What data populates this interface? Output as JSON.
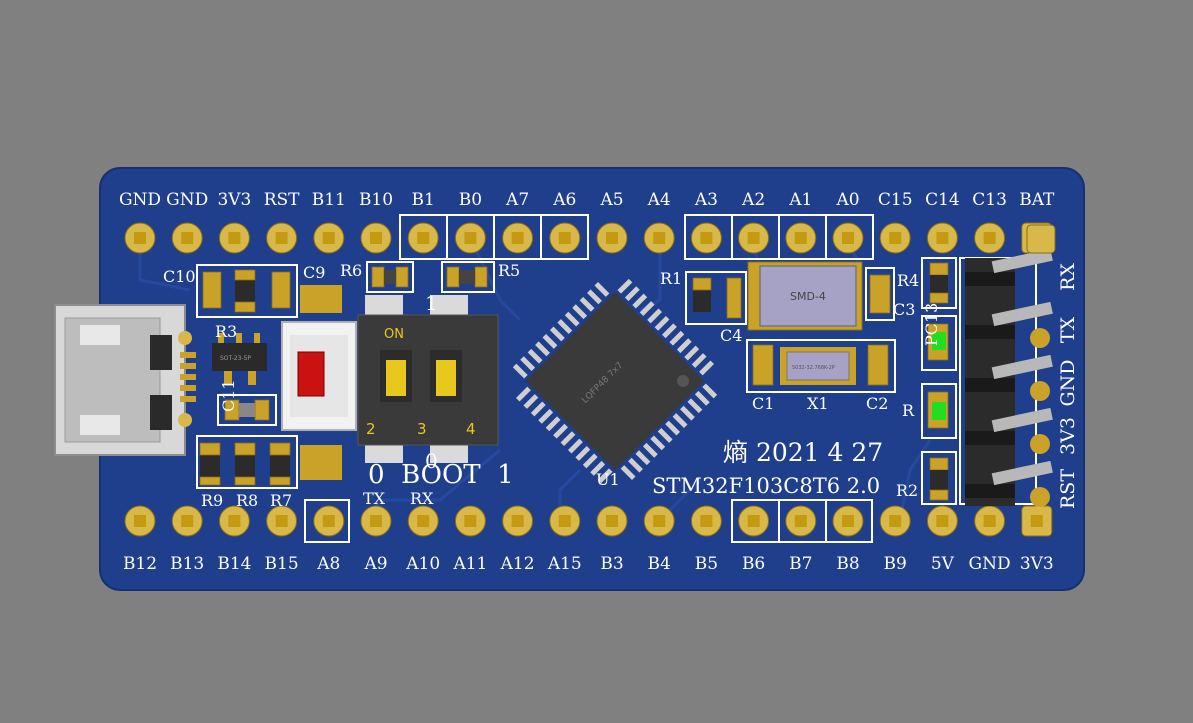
{
  "colors": {
    "background": "#808080",
    "pcb": "#1f3e8c",
    "pcb_trace": "#2a4fa6",
    "silkscreen": "#ffffff",
    "gold": "#c9a227",
    "chip": "#3a3a3a",
    "led": "#22dd22",
    "button": "#cc1111"
  },
  "board": {
    "top_pins": [
      "GND",
      "GND",
      "3V3",
      "RST",
      "B11",
      "B10",
      "B1",
      "B0",
      "A7",
      "A6",
      "A5",
      "A4",
      "A3",
      "A2",
      "A1",
      "A0",
      "C15",
      "C14",
      "C13",
      "BAT"
    ],
    "bottom_pins": [
      "B12",
      "B13",
      "B14",
      "B15",
      "A8",
      "A9",
      "A10",
      "A11",
      "A12",
      "A15",
      "B3",
      "B4",
      "B5",
      "B6",
      "B7",
      "B8",
      "B9",
      "5V",
      "GND",
      "3V3"
    ],
    "header_pins": [
      "RX",
      "TX",
      "GND",
      "3V3",
      "RST"
    ],
    "refs": {
      "C10": "C10",
      "C9": "C9",
      "R6": "R6",
      "R5": "R5",
      "R3": "R3",
      "C11": "C11",
      "R9": "R9",
      "R8": "R8",
      "R7": "R7",
      "R1": "R1",
      "C4": "C4",
      "R4": "R4",
      "C3": "C3",
      "C1": "C1",
      "X1": "X1",
      "C2": "C2",
      "U1": "U1",
      "PC13": "PC13",
      "R": "R",
      "R2": "R2"
    },
    "dip_switch": {
      "on_label": "ON",
      "numbers": [
        "1",
        "2",
        "3",
        "4"
      ],
      "zero": "0"
    },
    "boot_label": "0  BOOT  1",
    "tx_label": "TX",
    "rx_label": "RX",
    "date_text": "熵 2021 4 27",
    "model_text": "STM32F103C8T6 2.0",
    "crystal_label": "SMD-4",
    "mcu_marking": "LQFP48 7x7",
    "small_crystal_marking": "5032-32.768K-2P",
    "regulator_marking": "SOT-23-5P"
  }
}
